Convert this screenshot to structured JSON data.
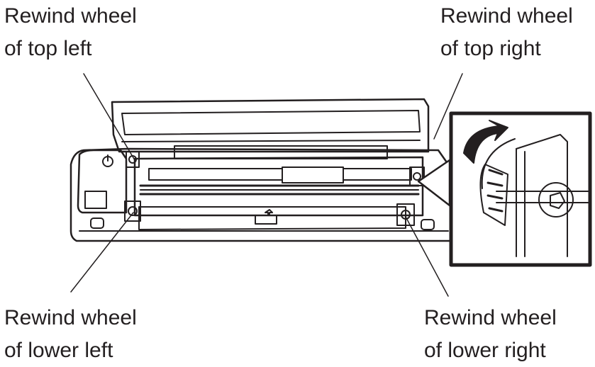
{
  "labels": {
    "top_left": {
      "line1": "Rewind wheel",
      "line2": "of top left"
    },
    "top_right": {
      "line1": "Rewind wheel",
      "line2": "of top right"
    },
    "lower_left": {
      "line1": "Rewind wheel",
      "line2": "of lower left"
    },
    "lower_right": {
      "line1": "Rewind wheel",
      "line2": "of lower right"
    }
  },
  "icons": {
    "power": "power-icon",
    "arrow": "rotation-arrow-icon",
    "paper_direction": "up-arrow-icon"
  }
}
